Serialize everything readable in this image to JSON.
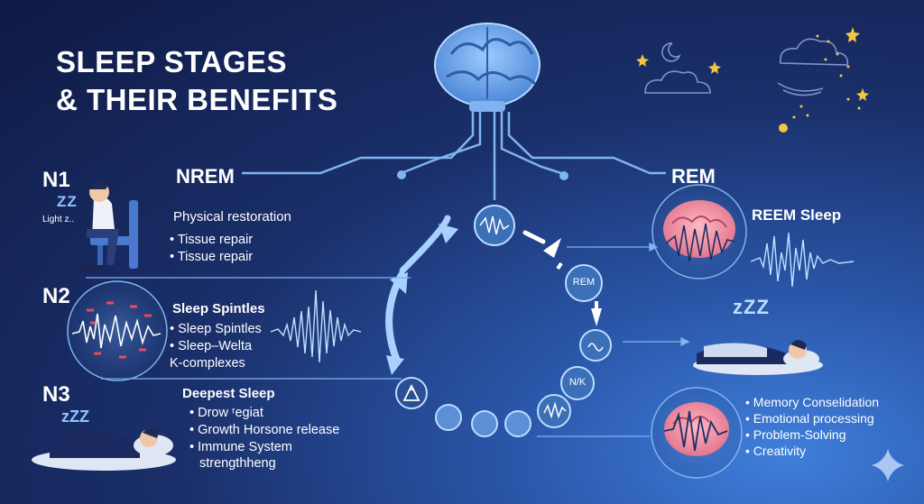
{
  "title": {
    "line1": "SLEEP STAGES",
    "line2": "& THEIR BENEFITS"
  },
  "nrem": {
    "label": "NREM",
    "n1": {
      "stage": "N1",
      "tag": "Light z..",
      "zzz": "ZZ",
      "heading": "Physical restoration",
      "bullets": [
        "Tissue repair",
        "Tissue repair"
      ]
    },
    "n2": {
      "stage": "N2",
      "heading": "Sleep Spintles",
      "bullets": [
        "Sleep Spintles",
        "Sleep–Welta"
      ],
      "extra": "K-complexes"
    },
    "n3": {
      "stage": "N3",
      "zzz": "zZZ",
      "heading": "Deepest Sleep",
      "bullets": [
        "Drow ʳegiat",
        "Growth Horsone release",
        "Immune System"
      ],
      "extra": "strengthheng"
    }
  },
  "rem": {
    "label": "REM",
    "heading": "REEM Sleep",
    "zzz": "zZZ",
    "bullets": [
      "Memory Conselidation",
      "Emotional processing",
      "Problem-Solving",
      "Creativity"
    ]
  },
  "cycle": {
    "node_rem": "REM",
    "node_nk": "N/K"
  },
  "colors": {
    "accent": "#8fc4ff",
    "line": "#7fb5f0",
    "node_fill": "#3b6fb8",
    "star": "#f5c542"
  }
}
